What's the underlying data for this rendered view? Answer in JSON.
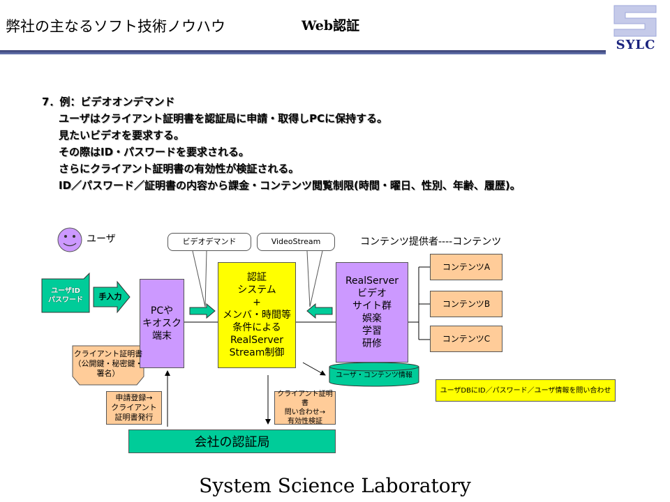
{
  "header": {
    "title": "弊社の主なるソフト技術ノウハウ",
    "subtitle": "Web認証",
    "logo_text": "SYLC"
  },
  "body": {
    "heading": "7．例：ビデオオンデマンド",
    "lines": [
      "ユーザはクライアント証明書を認証局に申請・取得しPCに保持する。",
      "見たいビデオを要求する。",
      "その際はID・パスワードを要求される。",
      "さらにクライアント証明書の有効性が検証される。",
      "ID／パスワード／証明書の内容から課金・コンテンツ閲覧制限(時間・曜日、性別、年齢、履歴)。"
    ]
  },
  "diagram": {
    "user_label": "ユーザ",
    "user_id_box": [
      "ユーザID",
      "パスワード"
    ],
    "manual_input": "手入力",
    "pc_box": [
      "PCや",
      "キオスク",
      "端末"
    ],
    "cert_note": [
      "クライアント証明書",
      "（公開鍵・秘密鍵・",
      "署名）"
    ],
    "callout_video_demand": "ビデオデマンド",
    "callout_video_stream": "VideoStream",
    "auth_box": [
      "認証",
      "システム",
      "+",
      "メンバ・時間等",
      "条件による",
      "RealServer",
      "Stream制御"
    ],
    "real_server_box": [
      "RealServer",
      "ビデオ",
      "サイト群",
      "娯楽",
      "学習",
      "研修"
    ],
    "provider_label": "コンテンツ提供者----コンテンツ",
    "contents": [
      "コンテンツA",
      "コンテンツB",
      "コンテンツC"
    ],
    "db_label": "ユーザ・コンテンツ情報",
    "db_note": "ユーザDBにID／パスワード／ユーザ情報を問い合わせ",
    "apply_note": [
      "申請登録→",
      "クライアント",
      "証明書発行"
    ],
    "inquiry_note": [
      "クライアント証明書",
      "問い合わせ→",
      "有効性検証"
    ],
    "ca_box": "会社の認証局"
  },
  "footer": {
    "text": "System Science Laboratory"
  }
}
